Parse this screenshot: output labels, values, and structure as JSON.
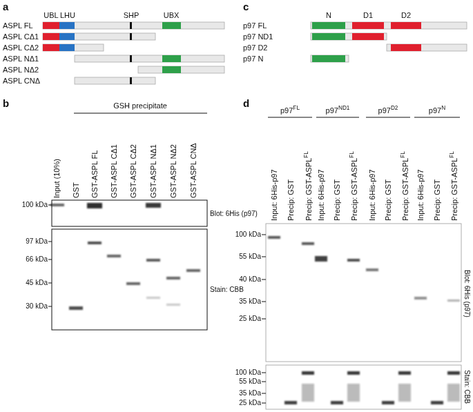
{
  "diagram": {
    "labels": [
      "a",
      "UBL",
      "LHU",
      "SHP",
      "UBX",
      "ASPL FL",
      "ASPL CΔ1",
      "ASPL CΔ2",
      "ASPL NΔ1",
      "ASPL NΔ2",
      "ASPL CNΔ",
      "c",
      "N",
      "D1",
      "D2",
      "p97 FL",
      "p97 ND1",
      "p97 D2",
      "p97 N",
      "b",
      "GSH precipitate",
      "Input (10%)",
      "GST",
      "GST-ASPL FL",
      "GST-ASPL CΔ1",
      "GST-ASPL CΔ2",
      "GST-ASPL NΔ1",
      "GST-ASPL NΔ2",
      "GST-ASPL CNΔ",
      "100 kDa",
      "Blot: 6His (p97)",
      "97 kDa",
      "66 kDa",
      "45 kDa",
      "30 kDa",
      "Stain: CBB",
      "d",
      "p97",
      "FL",
      "p97",
      "ND1",
      "p97",
      "D2",
      "p97",
      "N",
      "Input: 6His-p97",
      "Precip: GST",
      "Precip: GST-ASPL",
      "FL",
      "Input: 6His-p97",
      "Precip: GST",
      "Precip: GST-ASPL",
      "FL",
      "Input: 6His-p97",
      "Precip: GST",
      "Precip: GST-ASPL",
      "FL",
      "Input: 6His-p97",
      "Precip: GST",
      "Precip: GST-ASPL",
      "FL",
      "100 kDa",
      "55 kDa",
      "40 kDa",
      "35 kDa",
      "25 kDa",
      "Blot: 6His (p97)",
      "100 kDa",
      "55 kDa",
      "35 kDa",
      "25 kDa",
      "Stain: CBB"
    ]
  }
}
